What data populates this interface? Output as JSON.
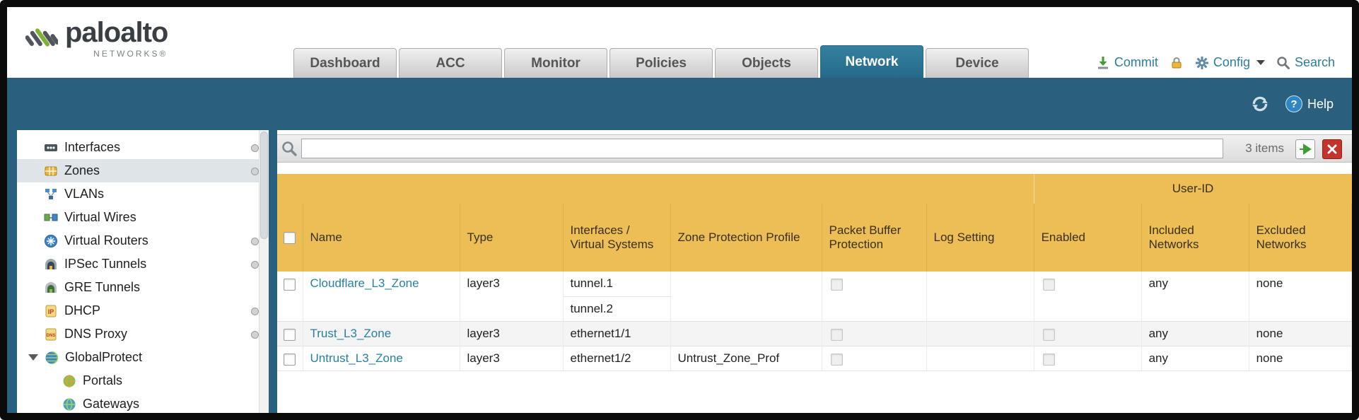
{
  "colors": {
    "band_teal": "#2a5f7d",
    "active_tab_teal": "#2d7392",
    "header_orange": "#edbe55",
    "user_id_orange": "#dfa23a",
    "link_teal": "#2780a2"
  },
  "brand": {
    "name": "paloalto",
    "networks": "NETWORKS®"
  },
  "nav": {
    "tabs": [
      {
        "label": "Dashboard",
        "active": false
      },
      {
        "label": "ACC",
        "active": false
      },
      {
        "label": "Monitor",
        "active": false
      },
      {
        "label": "Policies",
        "active": false
      },
      {
        "label": "Objects",
        "active": false
      },
      {
        "label": "Network",
        "active": true
      },
      {
        "label": "Device",
        "active": false
      }
    ],
    "commit_label": "Commit",
    "config_label": "Config",
    "search_label": "Search"
  },
  "band": {
    "help_label": "Help",
    "help_glyph": "?"
  },
  "sidebar": {
    "items": [
      {
        "label": "Interfaces"
      },
      {
        "label": "Zones"
      },
      {
        "label": "VLANs"
      },
      {
        "label": "Virtual Wires"
      },
      {
        "label": "Virtual Routers"
      },
      {
        "label": "IPSec Tunnels"
      },
      {
        "label": "GRE Tunnels"
      },
      {
        "label": "DHCP"
      },
      {
        "label": "DNS Proxy"
      },
      {
        "label": "GlobalProtect"
      },
      {
        "label": "Portals"
      },
      {
        "label": "Gateways"
      }
    ]
  },
  "filter": {
    "value": "",
    "count": "3 items"
  },
  "table": {
    "user_id_group": "User-ID",
    "columns": {
      "name": "Name",
      "type": "Type",
      "interfaces": "Interfaces / Virtual Systems",
      "zone_protection": "Zone Protection Profile",
      "packet_buffer": "Packet Buffer Protection",
      "log_setting": "Log Setting",
      "enabled": "Enabled",
      "included": "Included Networks",
      "excluded": "Excluded Networks"
    },
    "rows": [
      {
        "name": "Cloudflare_L3_Zone",
        "type": "layer3",
        "interfaces": [
          "tunnel.1",
          "tunnel.2"
        ],
        "zone_protection": "",
        "log_setting": "",
        "included": "any",
        "excluded": "none"
      },
      {
        "name": "Trust_L3_Zone",
        "type": "layer3",
        "interfaces": [
          "ethernet1/1"
        ],
        "zone_protection": "",
        "log_setting": "",
        "included": "any",
        "excluded": "none"
      },
      {
        "name": "Untrust_L3_Zone",
        "type": "layer3",
        "interfaces": [
          "ethernet1/2"
        ],
        "zone_protection": "Untrust_Zone_Prof",
        "log_setting": "",
        "included": "any",
        "excluded": "none"
      }
    ]
  }
}
